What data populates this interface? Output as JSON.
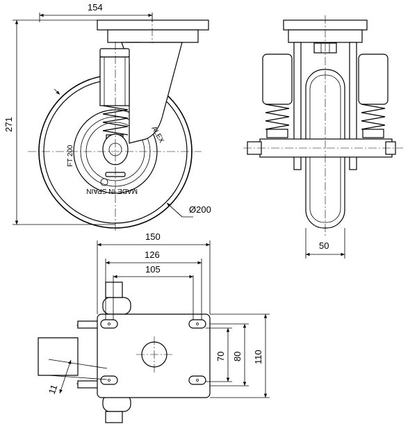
{
  "dimensions": {
    "top_width": "154",
    "overall_height": "271",
    "wheel_diameter": "Ø200",
    "wheel_width": "50",
    "plate_length": "150",
    "hole_spacing_outer": "126",
    "hole_spacing_inner": "105",
    "hole_spacing_vertical_small": "70",
    "hole_spacing_vertical_large": "80",
    "plate_width": "110",
    "bolt_hole": "11"
  },
  "wheel_markings": {
    "model": "FT 200",
    "brand": "ALEX",
    "origin": "MADE IN SPAIN"
  }
}
